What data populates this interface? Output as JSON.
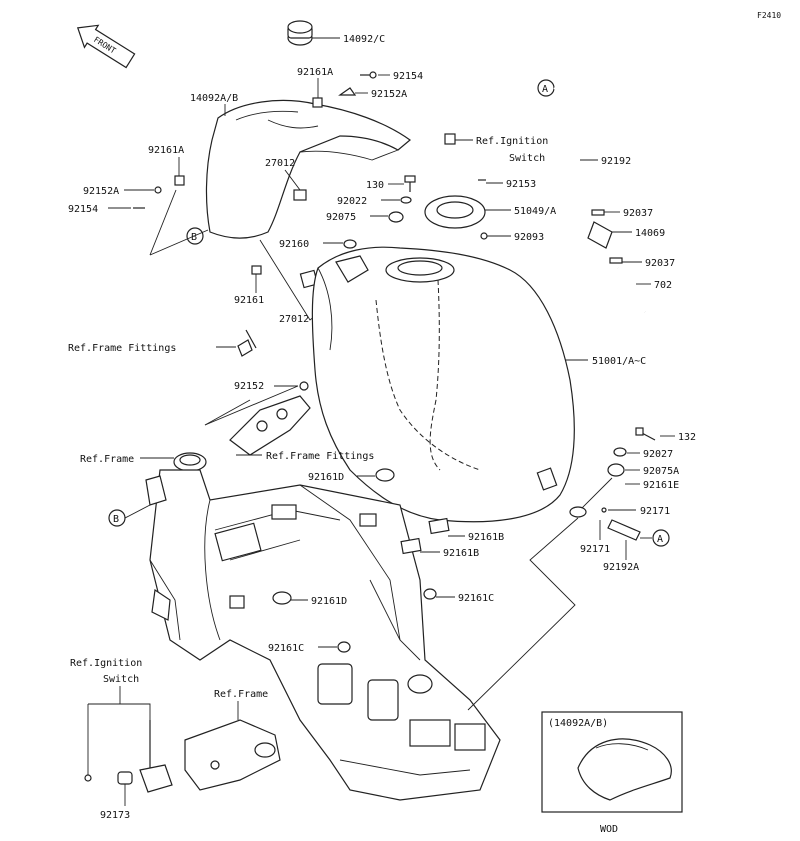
{
  "figure_code": "F2410",
  "front_arrow": "FRONT",
  "callout_letters": [
    "A",
    "B"
  ],
  "labels": {
    "p14092C": "14092/C",
    "p92161A_top": "92161A",
    "p92154_top": "92154",
    "p92152A_top": "92152A",
    "p14092AB": "14092A/B",
    "p92161A_left": "92161A",
    "p27012_top": "27012",
    "p92152A_left": "92152A",
    "p92154_left": "92154",
    "p130": "130",
    "p92022": "92022",
    "p92075": "92075",
    "p92160": "92160",
    "p92161": "92161",
    "p27012_mid": "27012",
    "ref_ignition_top_1": "Ref.Ignition",
    "ref_ignition_top_2": "Switch",
    "p92153": "92153",
    "p51049A": "51049/A",
    "p92093": "92093",
    "p92192": "92192",
    "p92037_top": "92037",
    "p14069": "14069",
    "p92037_bot": "92037",
    "p702": "702",
    "ref_frame_fittings_left": "Ref.Frame Fittings",
    "p51001": "51001/A~C",
    "p92152": "92152",
    "p132": "132",
    "p92027": "92027",
    "ref_frame_left": "Ref.Frame",
    "ref_frame_fittings_mid": "Ref.Frame Fittings",
    "p92075A": "92075A",
    "p92161D_top": "92161D",
    "p92161E": "92161E",
    "p92171_right": "92171",
    "p92161B_1": "92161B",
    "p92161B_2": "92161B",
    "p92171_low": "92171",
    "p92192A": "92192A",
    "p92161D_mid": "92161D",
    "p92161C_right": "92161C",
    "p92161C_low": "92161C",
    "ref_ignition_bot_1": "Ref.Ignition",
    "ref_ignition_bot_2": "Switch",
    "ref_frame_bot": "Ref.Frame",
    "p92173": "92173",
    "inset_title": "(14092A/B)",
    "inset_caption": "WOD"
  }
}
